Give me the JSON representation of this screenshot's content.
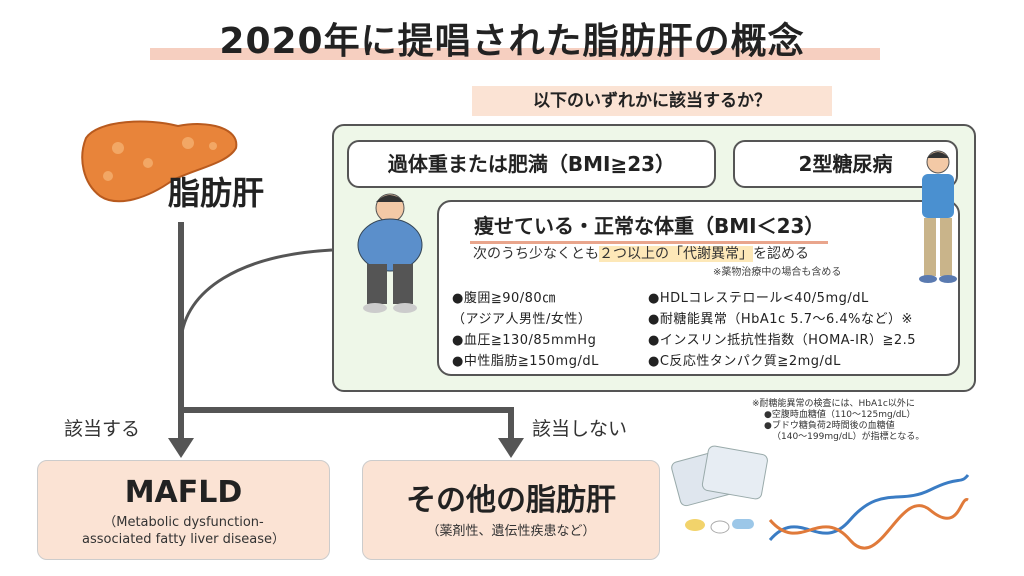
{
  "title": "2020年に提唱された脂肪肝の概念",
  "question": "以下のいずれかに該当するか？",
  "fatty_liver_label": "脂肪肝",
  "criteria": {
    "overweight": "過体重または肥満（BMI≧23）",
    "diabetes": "2型糖尿病",
    "lean": {
      "title": "痩せている・正常な体重（BMI＜23）",
      "sub_before": "次のうち少なくとも",
      "sub_highlight": "２つ以上の「代謝異常」",
      "sub_after": "を認める",
      "note": "※薬物治療中の場合も含める",
      "left": [
        "●腹囲≧90/80㎝",
        "（アジア人男性/女性）",
        "●血圧≧130/85mmHg",
        "●中性脂肪≧150mg/dL"
      ],
      "right": [
        "●HDLコレステロール<40/5mg/dL",
        "●耐糖能異常（HbA1c 5.7～6.4%など）※",
        "●インスリン抵抗性指数（HOMA-IR）≧2.5",
        "●C反応性タンパク質≧2mg/dL"
      ]
    }
  },
  "footnote": [
    "※耐糖能異常の検査には、HbA1c以外に",
    "●空腹時血糖値（110～125mg/dL）",
    "●ブドウ糖負荷2時間後の血糖値",
    "（140～199mg/dL）が指標となる。"
  ],
  "branch": {
    "yes": "該当する",
    "no": "該当しない"
  },
  "results": {
    "mafld": {
      "title": "MAFLD",
      "desc1": "（Metabolic dysfunction-",
      "desc2": "associated fatty liver disease）"
    },
    "other": {
      "title": "その他の脂肪肝",
      "desc": "（薬剤性、遺伝性疾患など）"
    }
  },
  "colors": {
    "peach": "#fbe3d4",
    "green": "#eef7e8",
    "arrow": "#555555",
    "liver": "#e8843a"
  }
}
